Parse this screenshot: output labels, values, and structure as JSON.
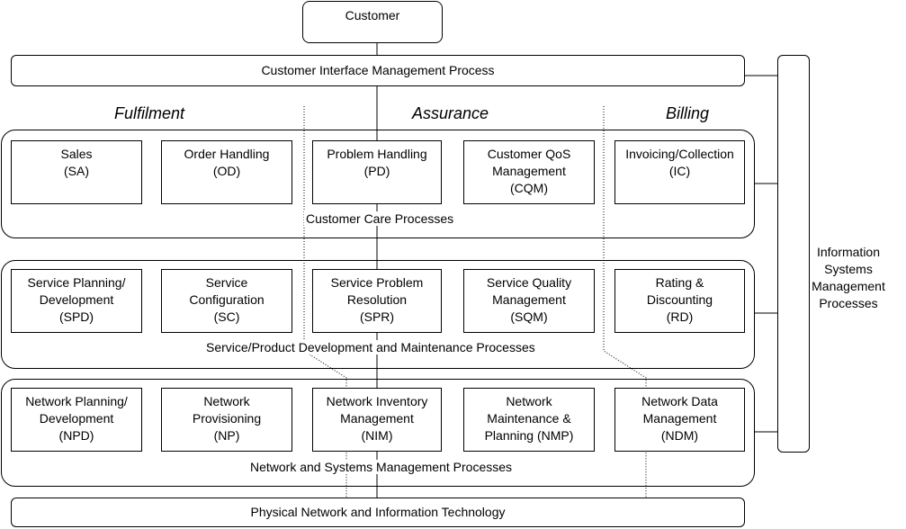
{
  "top": {
    "customer": "Customer",
    "interface": "Customer Interface Management Process"
  },
  "headers": {
    "fulfilment": "Fulfilment",
    "assurance": "Assurance",
    "billing": "Billing"
  },
  "side": {
    "lines": [
      "Information",
      "Systems",
      "Management",
      "Processes"
    ]
  },
  "groups": [
    {
      "label": "Customer Care Processes",
      "cells": [
        [
          "Sales",
          "(SA)"
        ],
        [
          "Order Handling",
          "(OD)"
        ],
        [
          "Problem Handling",
          "(PD)"
        ],
        [
          "Customer QoS",
          "Management",
          "(CQM)"
        ],
        [
          "Invoicing/Collection",
          "(IC)"
        ]
      ]
    },
    {
      "label": "Service/Product Development and Maintenance Processes",
      "cells": [
        [
          "Service Planning/",
          "Development",
          "(SPD)"
        ],
        [
          "Service",
          "Configuration",
          "(SC)"
        ],
        [
          "Service Problem",
          "Resolution",
          "(SPR)"
        ],
        [
          "Service Quality",
          "Management",
          "(SQM)"
        ],
        [
          "Rating &",
          "Discounting",
          "(RD)"
        ]
      ]
    },
    {
      "label": "Network and Systems Management Processes",
      "cells": [
        [
          "Network Planning/",
          "Development",
          "(NPD)"
        ],
        [
          "Network",
          "Provisioning",
          "(NP)"
        ],
        [
          "Network Inventory",
          "Management",
          "(NIM)"
        ],
        [
          "Network",
          "Maintenance &",
          "Planning (NMP)"
        ],
        [
          "Network Data",
          "Management",
          "(NDM)"
        ]
      ]
    }
  ],
  "bottom": {
    "label": "Physical Network and Information Technology"
  }
}
